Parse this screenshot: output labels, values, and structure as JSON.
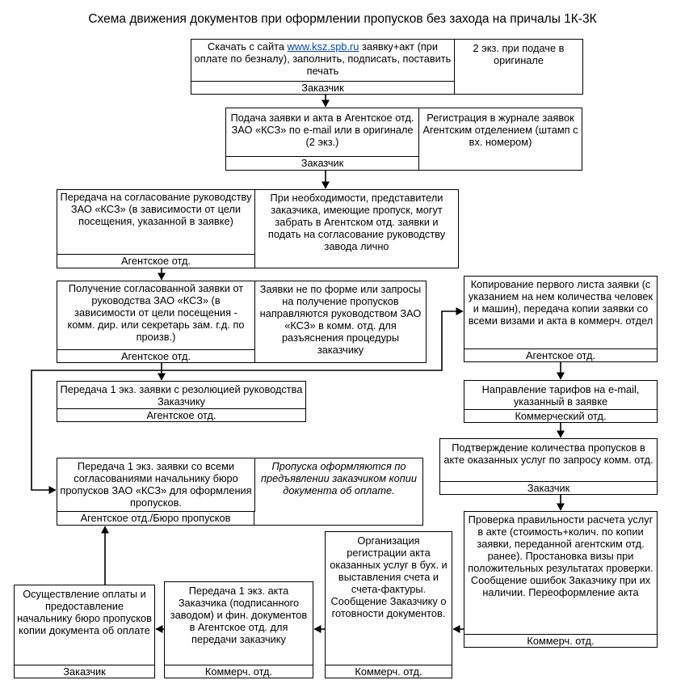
{
  "title": "Схема движения документов при оформлении пропусков без захода на причалы 1К-3К",
  "boxes": {
    "b1": {
      "pre": "Скачать с сайта ",
      "link": "www.ksz.spb.ru",
      "post": " заявку+акт (при оплате по безналу), заполнить, подписать, поставить печать",
      "note": "2 экз. при подаче в оригинале",
      "footer": "Заказчик"
    },
    "b2": {
      "text": "Подача заявки и акта в Агентское отд. ЗАО «КСЗ» по e-mail или в оригинале (2 экз.)",
      "note": "Регистрация в журнале заявок Агентским отделением (штамп с вх. номером)",
      "footer": "Заказчик"
    },
    "b3": {
      "text": "Передача на согласование руководству ЗАО «КСЗ» (в зависимости от цели посещения, указанной в заявке)",
      "note": "При необходимости, представители заказчика, имеющие пропуск, могут забрать в Агентском отд. заявки и подать на согласование руководству завода лично",
      "footer": "Агентское отд."
    },
    "b4": {
      "text": "Получение согласованной заявки от руководства ЗАО «КСЗ» (в зависимости от цели посещения - комм. дир. или секретарь зам. г.д. по произв.)",
      "note": "Заявки не по форме или запросы на получение пропусков направляются руководством ЗАО «КСЗ» в комм. отд. для разъяснения процедуры заказчику",
      "footer": "Агентское отд."
    },
    "b5": {
      "text": "Передача 1 экз. заявки с резолюцией руководства Заказчику",
      "footer": "Агентское отд."
    },
    "b6": {
      "text": "Передача 1 экз. заявки со всеми согласованиями начальнику бюро пропусков ЗАО «КСЗ» для оформления пропусков.",
      "note": "Пропуска оформляются по предъявлении заказчиком копии документа об оплате.",
      "footer": "Агентское отд./Бюро пропусков"
    },
    "r1": {
      "text": "Копирование первого листа заявки (с указанием на нем количества человек и машин), передача копии заявки со всеми визами и акта в коммерч. отдел",
      "footer": "Агентское отд."
    },
    "r2": {
      "text": "Направление тарифов на e-mail, указанный в заявке",
      "footer": "Коммерческий отд."
    },
    "r3": {
      "text": "Подтверждение количества пропусков в акте оказанных услуг по запросу комм. отд.",
      "footer": "Заказчик"
    },
    "r4": {
      "text": "Проверка правильности расчета услуг в акте (стоимость+колич. по копии заявки, переданной агентским отд. ранее). Простановка визы при положительных результатах проверки. Сообщение ошибок Заказчику при их наличии. Переоформление акта",
      "footer": "Коммерч. отд."
    },
    "m1": {
      "text": "Организация регистрации акта оказанных услуг в бух. и выставления счета и счета-фактуры. Сообщение Заказчику о готовности документов.",
      "footer": "Коммерч. отд."
    },
    "m2": {
      "text": "Передача 1 экз. акта Заказчика (подписанного заводом) и фин. документов в Агентское отд. для передачи заказчику",
      "footer": "Коммерч. отд."
    },
    "l1": {
      "text": "Осуществление оплаты и предоставление начальнику бюро пропусков копии документа об оплате",
      "footer": "Заказчик"
    }
  }
}
